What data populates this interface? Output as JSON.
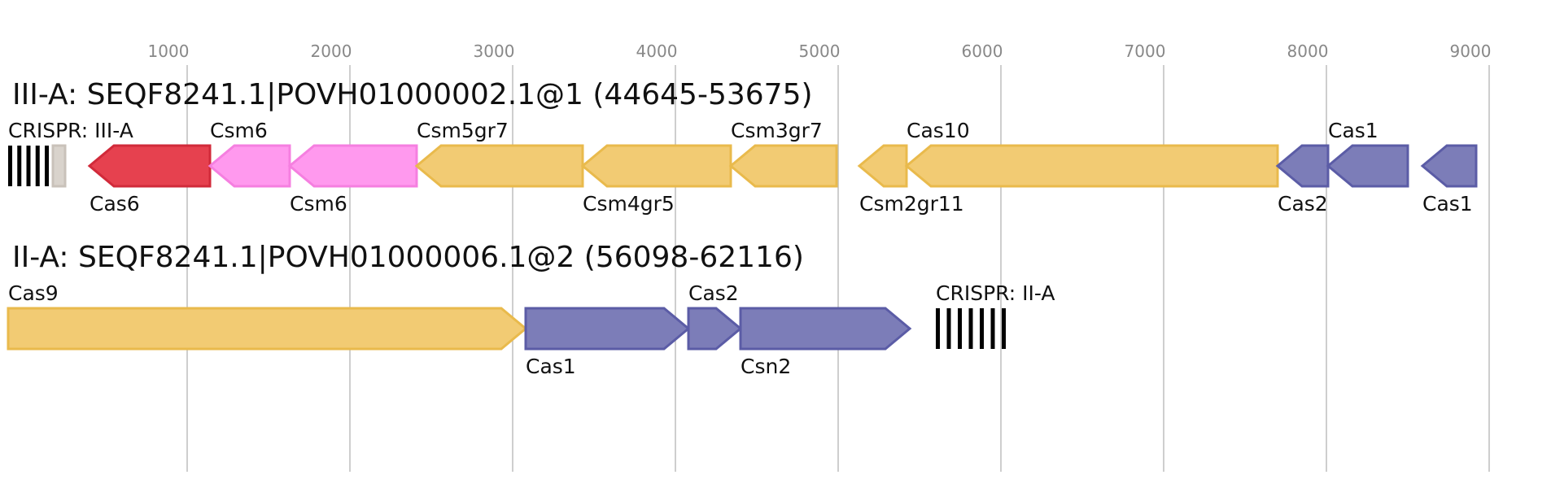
{
  "axis": {
    "ticks": [
      1000,
      2000,
      3000,
      4000,
      5000,
      6000,
      7000,
      8000,
      9000
    ]
  },
  "colors": {
    "yellow": {
      "fill": "#f2cb73",
      "stroke": "#e9ba4c"
    },
    "blue": {
      "fill": "#7c7db8",
      "stroke": "#5b5ca6"
    },
    "red": {
      "fill": "#e6414f",
      "stroke": "#d12a3a"
    },
    "pink": {
      "fill": "#ff99ee",
      "stroke": "#f57fe0"
    },
    "gray": {
      "fill": "#d9d3cc",
      "stroke": "#c9c2ba"
    },
    "array": "#000000"
  },
  "tracks": [
    {
      "title": "III-A: SEQF8241.1|POVH01000002.1@1 (44645-53675)",
      "features": [
        {
          "type": "crispr",
          "label": "CRISPR: III-A",
          "start": -100,
          "end": 150,
          "repeats": 5,
          "labelPos": "top"
        },
        {
          "type": "gene",
          "label": "",
          "start": 175,
          "end": 250,
          "strand": "none",
          "color": "gray",
          "labelPos": "none"
        },
        {
          "type": "gene",
          "label": "Cas6",
          "start": 400,
          "end": 1140,
          "strand": "-",
          "color": "red",
          "labelPos": "bottom"
        },
        {
          "type": "gene",
          "label": "Csm6",
          "start": 1140,
          "end": 1630,
          "strand": "-",
          "color": "pink",
          "labelPos": "top"
        },
        {
          "type": "gene",
          "label": "Csm6",
          "start": 1630,
          "end": 2410,
          "strand": "-",
          "color": "pink",
          "labelPos": "bottom"
        },
        {
          "type": "gene",
          "label": "Csm5gr7",
          "start": 2410,
          "end": 3430,
          "strand": "-",
          "color": "yellow",
          "labelPos": "top"
        },
        {
          "type": "gene",
          "label": "Csm4gr5",
          "start": 3430,
          "end": 4340,
          "strand": "-",
          "color": "yellow",
          "labelPos": "bottom"
        },
        {
          "type": "gene",
          "label": "Csm3gr7",
          "start": 4340,
          "end": 4990,
          "strand": "-",
          "color": "yellow",
          "labelPos": "top"
        },
        {
          "type": "gene",
          "label": "Csm2gr11",
          "start": 5130,
          "end": 5420,
          "strand": "-",
          "color": "yellow",
          "labelPos": "bottom"
        },
        {
          "type": "gene",
          "label": "Cas10",
          "start": 5420,
          "end": 7700,
          "strand": "-",
          "color": "yellow",
          "labelPos": "top"
        },
        {
          "type": "gene",
          "label": "Cas2",
          "start": 7700,
          "end": 8010,
          "strand": "-",
          "color": "blue",
          "labelPos": "bottom"
        },
        {
          "type": "gene",
          "label": "Cas1",
          "start": 8010,
          "end": 8500,
          "strand": "-",
          "color": "blue",
          "labelPos": "top"
        },
        {
          "type": "gene",
          "label": "Cas1",
          "start": 8590,
          "end": 8920,
          "strand": "-",
          "color": "blue",
          "labelPos": "bottom"
        }
      ]
    },
    {
      "title": "II-A: SEQF8241.1|POVH01000006.1@2 (56098-62116)",
      "features": [
        {
          "type": "gene",
          "label": "Cas9",
          "start": -100,
          "end": 3080,
          "strand": "+",
          "color": "yellow",
          "labelPos": "top"
        },
        {
          "type": "gene",
          "label": "Cas1",
          "start": 3080,
          "end": 4080,
          "strand": "+",
          "color": "blue",
          "labelPos": "bottom"
        },
        {
          "type": "gene",
          "label": "Cas2",
          "start": 4080,
          "end": 4400,
          "strand": "+",
          "color": "blue",
          "labelPos": "top"
        },
        {
          "type": "gene",
          "label": "Csn2",
          "start": 4400,
          "end": 5440,
          "strand": "+",
          "color": "blue",
          "labelPos": "bottom"
        },
        {
          "type": "crispr",
          "label": "CRISPR: II-A",
          "start": 5600,
          "end": 6030,
          "repeats": 7,
          "labelPos": "top"
        }
      ]
    }
  ]
}
